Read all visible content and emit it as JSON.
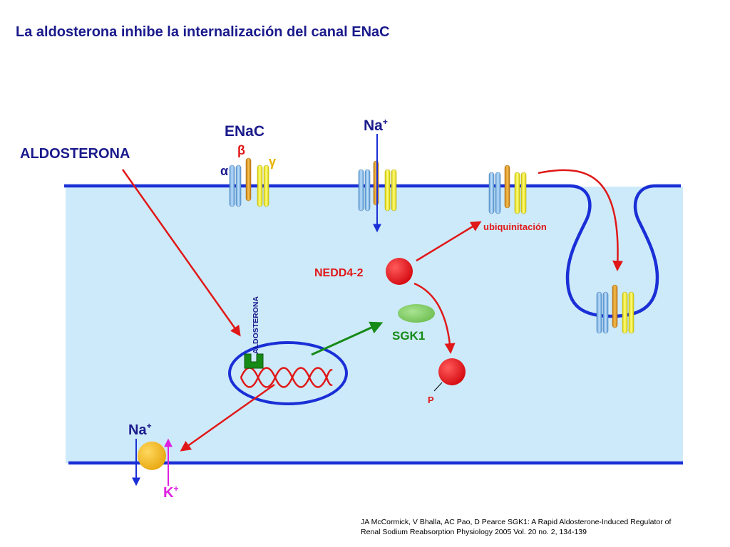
{
  "title": "La aldosterona inhibe la internalización del canal ENaC",
  "labels": {
    "aldosterona_left": "ALDOSTERONA",
    "aldosterona_receptor": "ALDOSTERONA",
    "enac": "ENaC",
    "alpha": "α",
    "beta": "β",
    "gamma": "γ",
    "na_top": "Na",
    "na_top_sup": "+",
    "na_bottom": "Na",
    "na_bottom_sup": "+",
    "k": "K",
    "k_sup": "+",
    "ubiquitination": "ubiquinitación",
    "nedd": "NEDD4-2",
    "sgk1": "SGK1",
    "phosphate": "P"
  },
  "citation": {
    "line1": "JA McCormick, V Bhalla, AC Pao, D Pearce SGK1: A Rapid Aldosterone-Induced Regulator of",
    "line2": "Renal Sodium Reabsorption Physiology 2005 Vol. 20 no. 2, 134-139"
  },
  "colors": {
    "title": "#1a1a8c",
    "membrane": "#1a2fd6",
    "cytoplasm": "#cdeafa",
    "arrow_red": "#e01818",
    "arrow_green": "#168a16",
    "alpha_subunit": "#8cc4ee",
    "beta_subunit": "#e8a020",
    "gamma_subunit": "#f4f020",
    "sgk1": "#8cd66c",
    "nedd": "#e8161c",
    "pump": "#f4c020",
    "k_arrow": "#e020e0",
    "label_red": "#e01818",
    "label_green": "#168a16",
    "label_blue": "#1a1a8c"
  }
}
